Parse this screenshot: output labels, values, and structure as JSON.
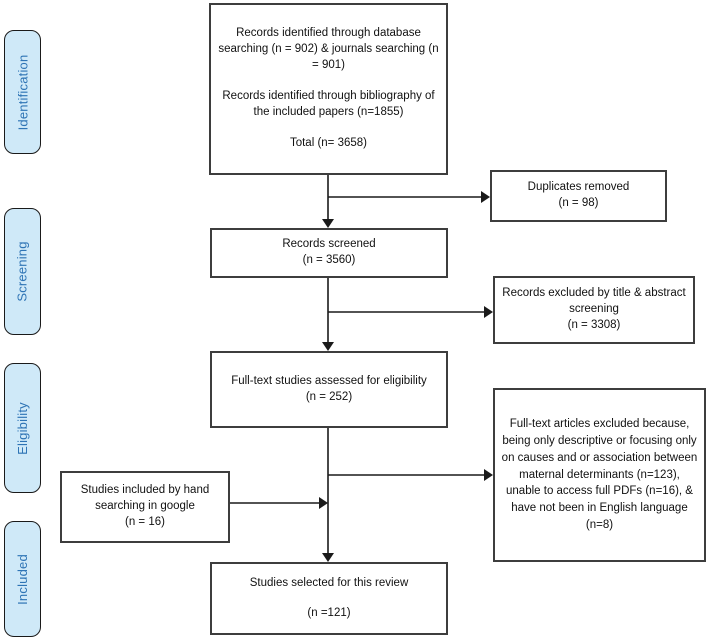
{
  "stages": [
    {
      "label": "Identification"
    },
    {
      "label": "Screening"
    },
    {
      "label": "Eligibility"
    },
    {
      "label": "Included"
    }
  ],
  "boxes": {
    "identified": {
      "p1": "Records identified through database searching (n = 902) & journals searching (n = 901)",
      "p2": "Records identified through bibliography of the included papers (n=1855)",
      "p3": "Total (n= 3658)"
    },
    "duplicates": {
      "text": "Duplicates removed",
      "count": "(n = 98)"
    },
    "screened": {
      "text": "Records screened",
      "count": "(n = 3560)"
    },
    "title_excluded": {
      "text": "Records excluded by title & abstract screening",
      "count": "(n = 3308)"
    },
    "fulltext": {
      "text": "Full-text studies assessed for eligibility",
      "count": "(n = 252)"
    },
    "ft_excluded": {
      "text": "Full-text articles excluded because, being only descriptive or focusing only on causes and or association between maternal determinants (n=123), unable to access full PDFs (n=16), & have not been in English language (n=8)"
    },
    "hand": {
      "text": "Studies included by hand searching in google",
      "count": "(n = 16)"
    },
    "selected": {
      "text": "Studies selected for this review",
      "count": "(n =121)"
    }
  },
  "colors": {
    "stage_fill": "#cfe9f8",
    "stage_text": "#2e74b5",
    "box_border": "#3d3d3d",
    "connector": "#1a1a1a"
  }
}
